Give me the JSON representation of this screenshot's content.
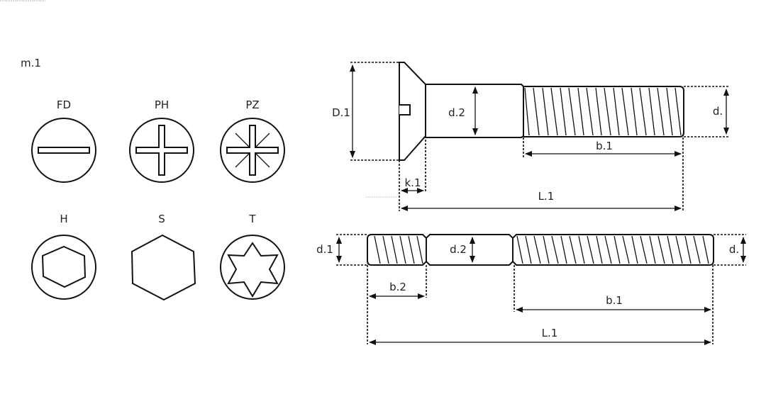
{
  "title": "m.1",
  "drive_types": [
    {
      "code": "FD",
      "shape": "slotted"
    },
    {
      "code": "PH",
      "shape": "phillips"
    },
    {
      "code": "PZ",
      "shape": "pozidriv"
    },
    {
      "code": "H",
      "shape": "hex-socket"
    },
    {
      "code": "S",
      "shape": "hex-head"
    },
    {
      "code": "T",
      "shape": "torx"
    }
  ],
  "countersunk_screw": {
    "dimensions": {
      "head_diameter": "D.1",
      "shank_diameter": "d.2",
      "thread_diameter": "d.",
      "thread_length": "b.1",
      "head_height": "k.1",
      "total_length": "L.1"
    }
  },
  "stud_bolt": {
    "dimensions": {
      "short_thread_diameter": "d.1",
      "shank_diameter": "d.2",
      "thread_diameter": "d.",
      "short_thread_length": "b.2",
      "long_thread_length": "b.1",
      "total_length": "L.1"
    }
  },
  "colors": {
    "line": "#111111",
    "text": "#222222",
    "background": "#ffffff"
  }
}
